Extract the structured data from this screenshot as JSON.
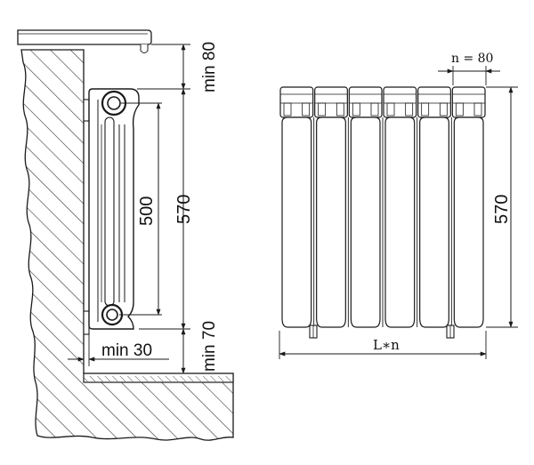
{
  "side_view": {
    "min_top_label": "min 80",
    "center_distance_label": "500",
    "height_label": "570",
    "min_bottom_label": "min 70",
    "min_wall_label": "min 30"
  },
  "front_view": {
    "section_width_label": "n = 80",
    "height_label": "570",
    "length_label": "L∗n",
    "section_count": 6
  },
  "colors": {
    "stroke": "#1a1a1a",
    "hatch": "#333333",
    "paper": "#ffffff"
  }
}
